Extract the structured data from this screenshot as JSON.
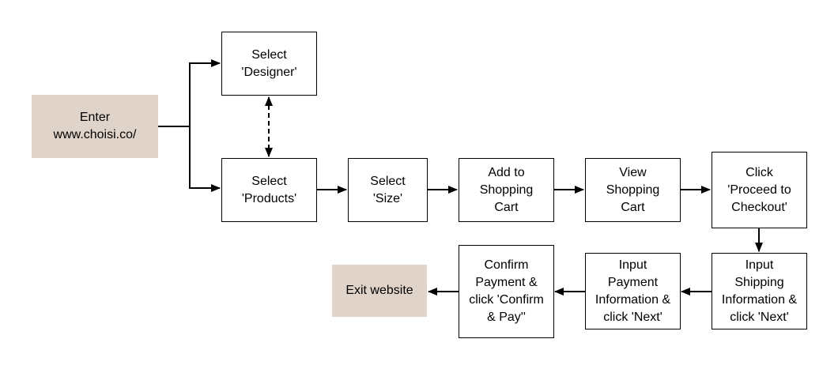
{
  "colors": {
    "terminal_fill": "#e0d3c9",
    "box_fill": "#ffffff",
    "stroke": "#000000"
  },
  "nodes": {
    "enter": "Enter\nwww.choisi.co/",
    "designer": "Select\n'Designer'",
    "products": "Select\n'Products'",
    "size": "Select\n'Size'",
    "add_cart": "Add to\nShopping\nCart",
    "view_cart": "View\nShopping\nCart",
    "checkout": "Click\n'Proceed to\nCheckout'",
    "shipping": "Input\nShipping\nInformation &\nclick 'Next'",
    "payment": "Input\nPayment\nInformation &\nclick 'Next'",
    "confirm": "Confirm\nPayment &\nclick 'Confirm\n& Pay''",
    "exit": "Exit website"
  },
  "edges": [
    {
      "from": "enter",
      "to": "designer",
      "style": "solid"
    },
    {
      "from": "enter",
      "to": "products",
      "style": "solid"
    },
    {
      "from": "designer",
      "to": "products",
      "style": "dashed-bidirectional"
    },
    {
      "from": "products",
      "to": "size",
      "style": "solid"
    },
    {
      "from": "size",
      "to": "add_cart",
      "style": "solid"
    },
    {
      "from": "add_cart",
      "to": "view_cart",
      "style": "solid"
    },
    {
      "from": "view_cart",
      "to": "checkout",
      "style": "solid"
    },
    {
      "from": "checkout",
      "to": "shipping",
      "style": "solid"
    },
    {
      "from": "shipping",
      "to": "payment",
      "style": "solid"
    },
    {
      "from": "payment",
      "to": "confirm",
      "style": "solid"
    },
    {
      "from": "confirm",
      "to": "exit",
      "style": "solid"
    }
  ]
}
